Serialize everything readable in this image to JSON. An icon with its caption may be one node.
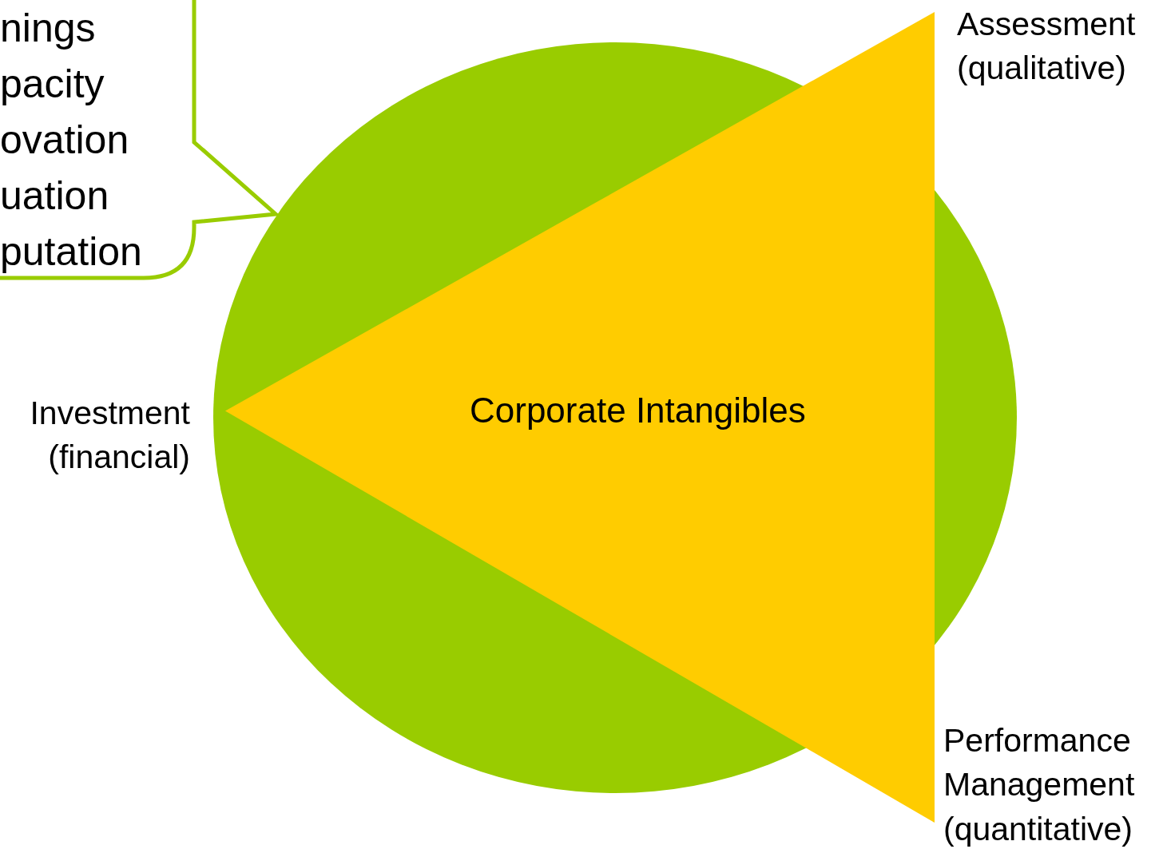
{
  "diagram": {
    "nodes": [
      {
        "text": [],
        "shape": "circle"
      },
      {
        "text": [
          "Corporate Intangibles"
        ]
      },
      {
        "text": [
          "nings pacity ovation uation putation"
        ]
      }
    ],
    "labels": [
      "Assessment (qualitative)",
      "Investment (financial)",
      "Performance Management (quantitative)"
    ]
  }
}
